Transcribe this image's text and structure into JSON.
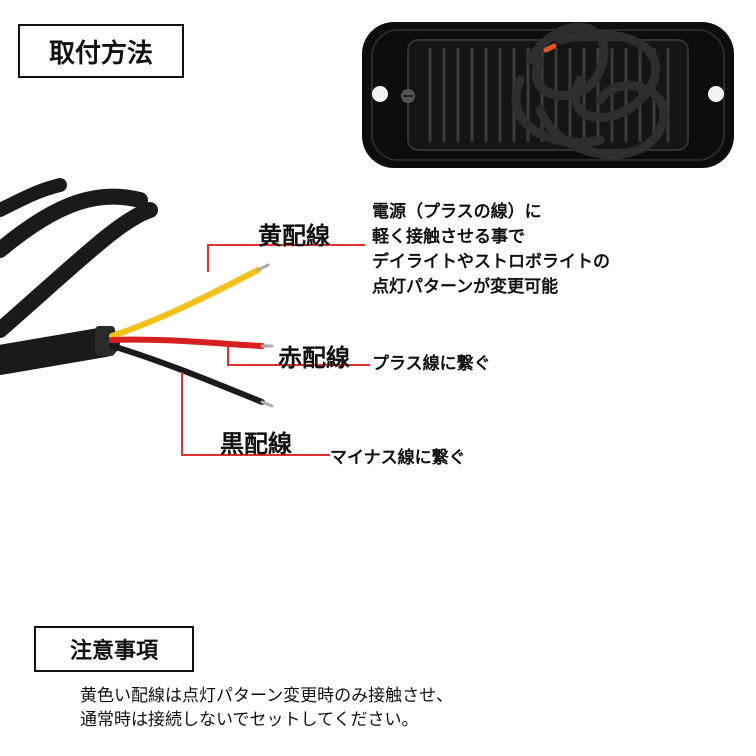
{
  "title": "取付方法",
  "wires": {
    "yellow": {
      "label": "黄配線",
      "desc": [
        "電源（プラスの線）に",
        "軽く接触させる事で",
        "デイライトやストロボライトの",
        "点灯パターンが変更可能"
      ]
    },
    "red": {
      "label": "赤配線",
      "desc": [
        "プラス線に繋ぐ"
      ]
    },
    "black": {
      "label": "黒配線",
      "desc": [
        "マイナス線に繋ぐ"
      ]
    }
  },
  "notice": {
    "title": "注意事項",
    "lines": [
      "黄色い配線は点灯パターン変更時のみ接触させ、",
      "通常時は接続しないでセットしてください。"
    ]
  },
  "colors": {
    "leader_line": "#e03030",
    "wire_yellow": "#f2c21a",
    "wire_red": "#d81f1f",
    "wire_black": "#1a1a1a",
    "device_body": "#0d0d0d"
  }
}
